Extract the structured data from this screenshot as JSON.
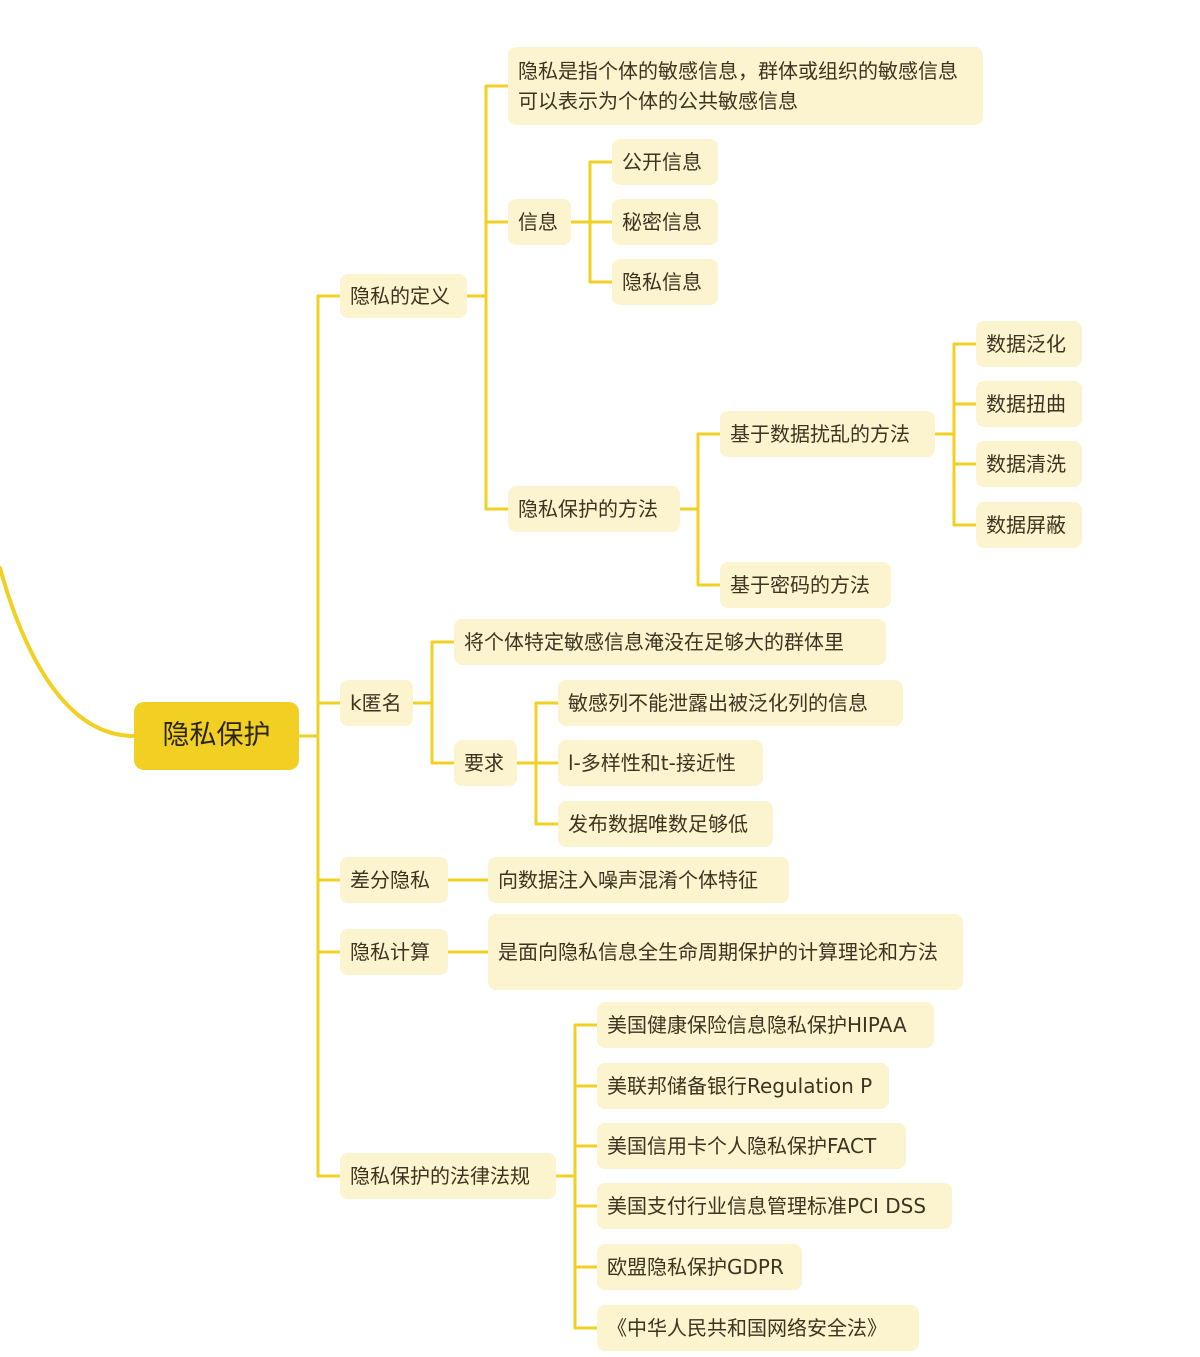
{
  "root": {
    "label": "隐私保护"
  },
  "branches": {
    "definition": {
      "label": "隐私的定义",
      "meaning": "隐私是指个体的敏感信息，群体或组织的敏感信息可以表示为个体的公共敏感信息",
      "info": {
        "label": "信息",
        "items": [
          "公开信息",
          "秘密信息",
          "隐私信息"
        ]
      },
      "methods": {
        "label": "隐私保护的方法",
        "perturbation": {
          "label": "基于数据扰乱的方法",
          "items": [
            "数据泛化",
            "数据扭曲",
            "数据清洗",
            "数据屏蔽"
          ]
        },
        "crypto": {
          "label": "基于密码的方法"
        }
      }
    },
    "kanon": {
      "label": "k匿名",
      "desc": "将个体特定敏感信息淹没在足够大的群体里",
      "requirements": {
        "label": "要求",
        "items": [
          "敏感列不能泄露出被泛化列的信息",
          "l-多样性和t-接近性",
          "发布数据唯数足够低"
        ]
      }
    },
    "dp": {
      "label": "差分隐私",
      "desc": "向数据注入噪声混淆个体特征"
    },
    "pc": {
      "label": "隐私计算",
      "desc": "是面向隐私信息全生命周期保护的计算理论和方法"
    },
    "law": {
      "label": "隐私保护的法律法规",
      "items": [
        "美国健康保险信息隐私保护HIPAA",
        "美联邦储备银行Regulation P",
        "美国信用卡个人隐私保护FACT",
        "美国支付行业信息管理标准PCI DSS",
        "欧盟隐私保护GDPR",
        "《中华人民共和国网络安全法》"
      ]
    }
  },
  "colors": {
    "connector": "#f2d023",
    "node_fill": "#fcf4cf",
    "root_fill": "#f2d023",
    "text": "#3d3320"
  }
}
